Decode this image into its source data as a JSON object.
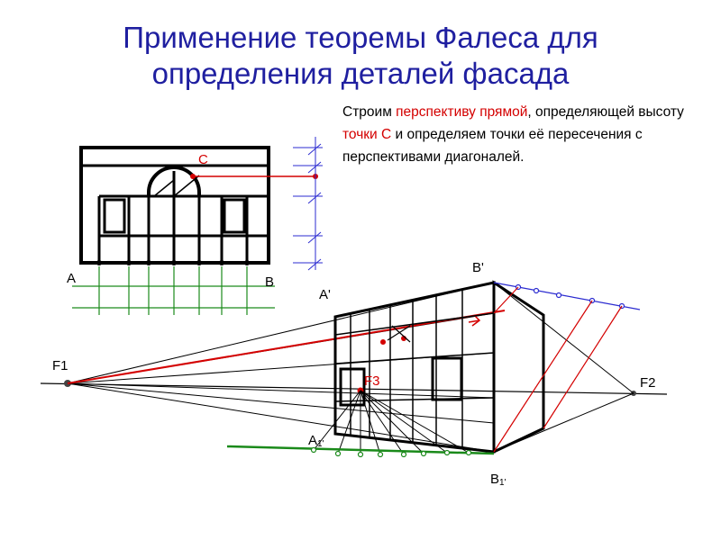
{
  "title": {
    "line1": "Применение теоремы Фалеса для",
    "line2": "определения деталей фасада"
  },
  "description": {
    "p1": "Строим ",
    "p2": "перспективу прямой",
    "p3": ", определяющей высоту ",
    "p4": "точки С",
    "p5": " и определяем точки её пересечения с перспективами диагоналей."
  },
  "labels": {
    "C": "C",
    "A": "A",
    "B": "B",
    "A_prime": "A'",
    "B_prime": "B'",
    "F1": "F1",
    "F2": "F2",
    "F3": "F3",
    "A1": "A",
    "A1_sub": "1'",
    "B1": "B",
    "B1_sub": "1'"
  },
  "colors": {
    "title": "#1f1fa0",
    "highlight": "#d40000",
    "construction_red": "#d40000",
    "ground_green": "#1a8a1a",
    "blue_line": "#2b2bd0",
    "line_black": "#000000"
  }
}
